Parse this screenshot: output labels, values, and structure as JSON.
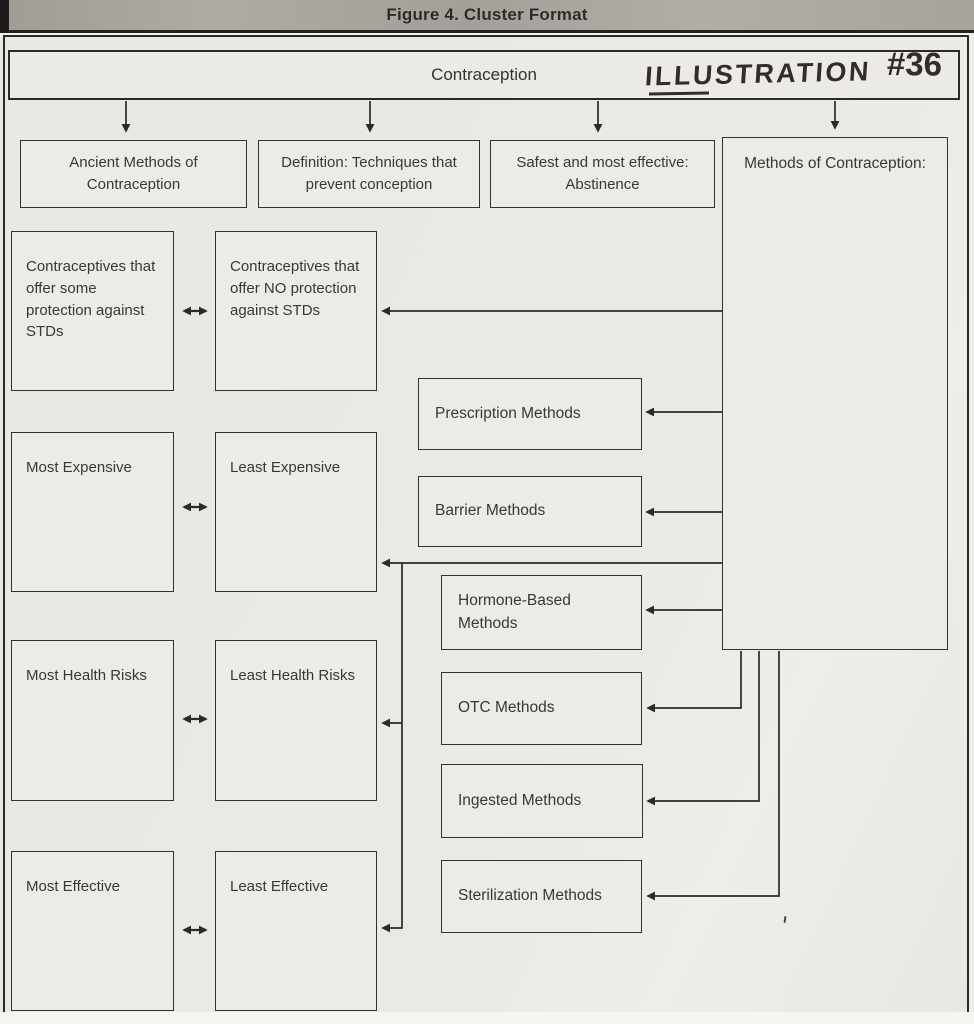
{
  "palette": {
    "paper": "#eae8e4",
    "ink": "#2b2a28",
    "title_bar_gray": "#a7a39d"
  },
  "figure_title": "Figure 4. Cluster Format",
  "root": {
    "label": "Contraception",
    "annotation_word": "ILLUSTRATION",
    "annotation_number": "#36"
  },
  "top_row": [
    {
      "label": "Ancient Methods of Contraception"
    },
    {
      "label": "Definition: Techniques that prevent conception"
    },
    {
      "label": "Safest and most effective: Abstinence"
    },
    {
      "label": "Methods of Contraception:"
    }
  ],
  "comparison_rows": [
    {
      "left": "Contraceptives that offer some protection against STDs",
      "right": "Contraceptives that offer NO protection against STDs"
    },
    {
      "left": "Most Expensive",
      "right": "Least Expensive"
    },
    {
      "left": "Most Health Risks",
      "right": "Least Health Risks"
    },
    {
      "left": "Most Effective",
      "right": "Least Effective"
    }
  ],
  "method_boxes": [
    {
      "label": "Prescription Methods"
    },
    {
      "label": "Barrier Methods"
    },
    {
      "label": "Hormone-Based Methods"
    },
    {
      "label": "OTC Methods"
    },
    {
      "label": "Ingested Methods"
    },
    {
      "label": "Sterilization Methods"
    }
  ]
}
